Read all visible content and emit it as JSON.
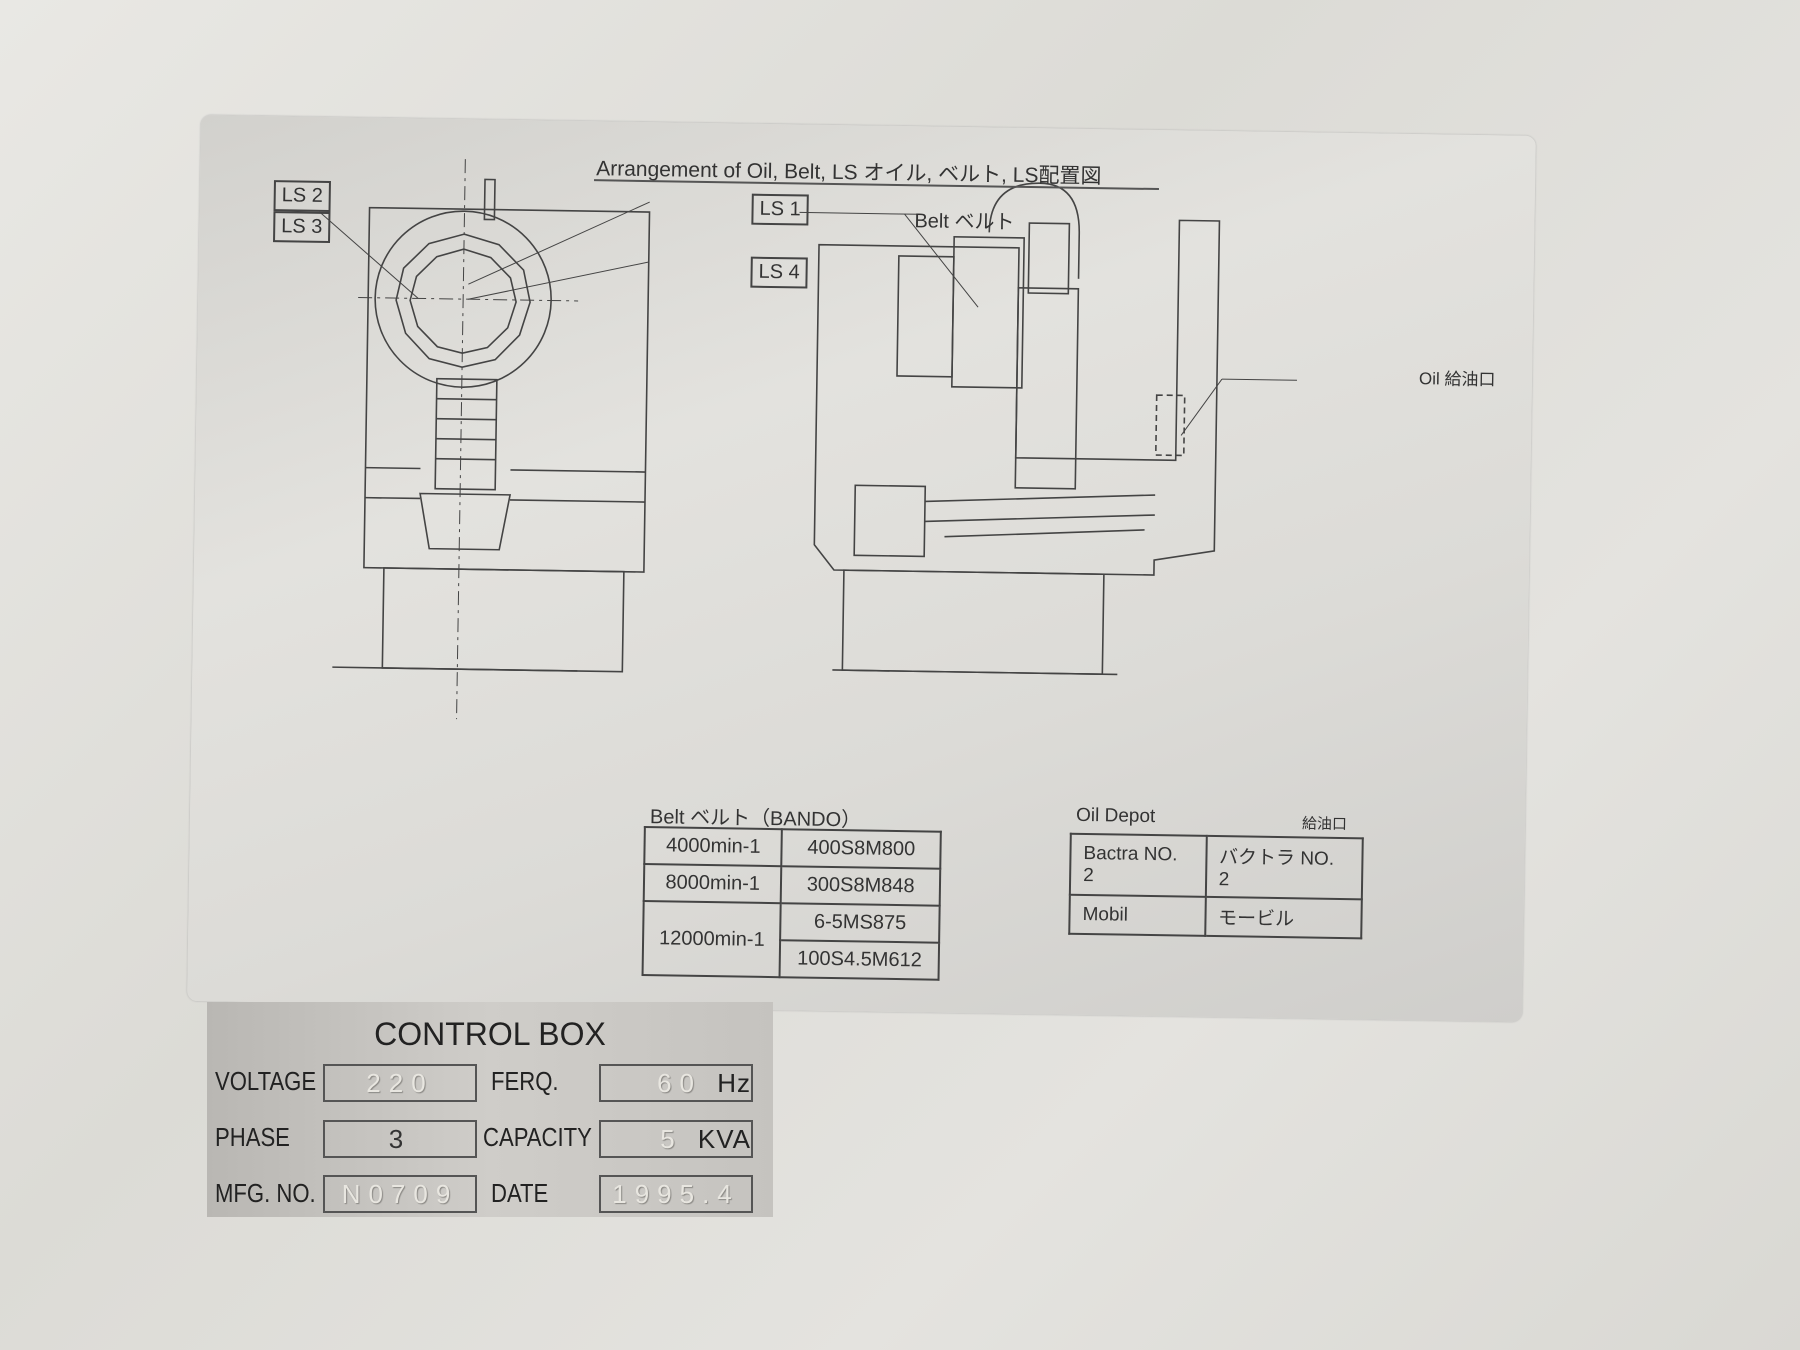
{
  "main_plate": {
    "title": "Arrangement  of  Oil, Belt, LS  オイル, ベルト, LS配置図",
    "labels": {
      "ls2": "LS 2",
      "ls3": "LS 3",
      "ls1": "LS 1",
      "ls4": "LS 4",
      "belt": "Belt ベルト",
      "oil": "Oil 給油口"
    },
    "belt_table": {
      "caption": "Belt ベルト（BANDO）",
      "rows": [
        {
          "speed": "4000min-1",
          "belt": "400S8M800"
        },
        {
          "speed": "8000min-1",
          "belt": "300S8M848"
        },
        {
          "speed": "12000min-1",
          "belt": "6-5MS875",
          "belt2": "100S4.5M612"
        }
      ]
    },
    "oil_table": {
      "caption": "Oil Depot",
      "caption_jp": "給油口",
      "rows": [
        {
          "en": "Bactra NO. 2",
          "jp": "バクトラ NO. 2"
        },
        {
          "en": "Mobil",
          "jp": "モービル"
        }
      ]
    }
  },
  "control_box": {
    "title": "CONTROL BOX",
    "voltage_label": "VOLTAGE",
    "voltage": "220",
    "freq_label": "FERQ.",
    "freq": "60",
    "freq_unit": "Hz",
    "phase_label": "PHASE",
    "phase": "3",
    "capacity_label": "CAPACITY",
    "capacity": "5",
    "capacity_unit": "KVA",
    "mfg_label": "MFG. NO.",
    "mfg": "N0709",
    "date_label": "DATE",
    "date": "1995.4"
  }
}
